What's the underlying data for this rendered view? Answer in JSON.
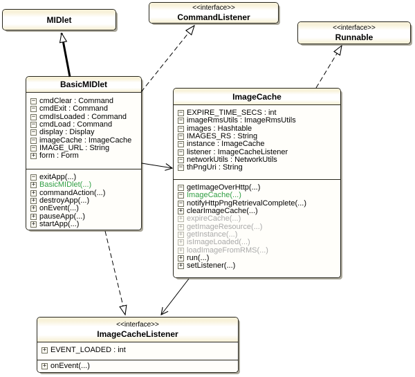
{
  "colors": {
    "box_border": "#26251c",
    "title_fill": "#f8f2da",
    "body_fill": "#fffefa",
    "shadow": "#aba89b",
    "constructor_green": "#2f9e44",
    "inactive_gray": "#a9a9a9",
    "line_black": "#000000"
  },
  "icons": {
    "private": "−",
    "public": "+"
  },
  "classes": {
    "midlet": {
      "name": "MIDlet"
    },
    "commandlistener": {
      "stereotype": "<<interface>>",
      "name": "CommandListener"
    },
    "runnable": {
      "stereotype": "<<interface>>",
      "name": "Runnable"
    },
    "basicmidlet": {
      "name": "BasicMIDlet",
      "attributes": [
        {
          "vis": "private",
          "text": "cmdClear : Command"
        },
        {
          "vis": "private",
          "text": "cmdExit : Command"
        },
        {
          "vis": "private",
          "text": "cmdIsLoaded : Command"
        },
        {
          "vis": "private",
          "text": "cmdLoad : Command"
        },
        {
          "vis": "private",
          "text": "display : Display"
        },
        {
          "vis": "private",
          "text": "imageCache : ImageCache"
        },
        {
          "vis": "private",
          "text": "IMAGE_URL : String"
        },
        {
          "vis": "public",
          "text": "form : Form"
        }
      ],
      "methods": [
        {
          "vis": "private",
          "text": "exitApp(...)"
        },
        {
          "vis": "public",
          "text": "BasicMIDlet(...)",
          "style": "constructor"
        },
        {
          "vis": "public",
          "text": "commandAction(...)"
        },
        {
          "vis": "public",
          "text": "destroyApp(...)"
        },
        {
          "vis": "public",
          "text": "onEvent(...)"
        },
        {
          "vis": "public",
          "text": "pauseApp(...)"
        },
        {
          "vis": "public",
          "text": "startApp(...)"
        }
      ]
    },
    "imagecache": {
      "name": "ImageCache",
      "attributes": [
        {
          "vis": "private",
          "text": "EXPIRE_TIME_SECS : int"
        },
        {
          "vis": "private",
          "text": "imageRmsUtils : ImageRmsUtils"
        },
        {
          "vis": "private",
          "text": "images : Hashtable"
        },
        {
          "vis": "private",
          "text": "IMAGES_RS : String"
        },
        {
          "vis": "private",
          "text": "instance : ImageCache"
        },
        {
          "vis": "private",
          "text": "listener : ImageCacheListener"
        },
        {
          "vis": "private",
          "text": "networkUtils : NetworkUtils"
        },
        {
          "vis": "private",
          "text": "thPngUri : String"
        }
      ],
      "methods": [
        {
          "vis": "private",
          "text": "getImageOverHttp(...)"
        },
        {
          "vis": "private",
          "text": "ImageCache(...)",
          "style": "constructor"
        },
        {
          "vis": "private",
          "text": "notifyHttpPngRetrievalComplete(...)"
        },
        {
          "vis": "public",
          "text": "clearImageCache(...)"
        },
        {
          "vis": "public",
          "text": "expireCache(...)",
          "style": "inactive"
        },
        {
          "vis": "public",
          "text": "getImageResource(...)",
          "style": "inactive"
        },
        {
          "vis": "public",
          "text": "getInstance(...)",
          "style": "inactive"
        },
        {
          "vis": "public",
          "text": "isImageLoaded(...)",
          "style": "inactive"
        },
        {
          "vis": "public",
          "text": "loadImageFromRMS(...)",
          "style": "inactive"
        },
        {
          "vis": "public",
          "text": "run(...)"
        },
        {
          "vis": "public",
          "text": "setListener(...)"
        }
      ]
    },
    "imagecachelistener": {
      "stereotype": "<<interface>>",
      "name": "ImageCacheListener",
      "attributes": [
        {
          "vis": "public",
          "text": "EVENT_LOADED : int"
        }
      ],
      "methods": [
        {
          "vis": "public",
          "text": "onEvent(...)"
        }
      ]
    }
  },
  "connectors": [
    {
      "type": "generalization",
      "from": "BasicMIDlet",
      "to": "MIDlet",
      "line": "solid-thick",
      "arrowhead": "hollow-triangle"
    },
    {
      "type": "realization",
      "from": "BasicMIDlet",
      "to": "CommandListener",
      "line": "dashed",
      "arrowhead": "hollow-triangle"
    },
    {
      "type": "realization",
      "from": "ImageCache",
      "to": "Runnable",
      "line": "dashed",
      "arrowhead": "hollow-triangle"
    },
    {
      "type": "association",
      "from": "BasicMIDlet",
      "to": "ImageCache",
      "line": "solid",
      "arrowhead": "open"
    },
    {
      "type": "realization",
      "from": "BasicMIDlet",
      "to": "ImageCacheListener",
      "line": "dashed",
      "arrowhead": "hollow-triangle"
    },
    {
      "type": "association",
      "from": "ImageCache",
      "to": "ImageCacheListener",
      "line": "solid",
      "arrowhead": "open"
    }
  ]
}
